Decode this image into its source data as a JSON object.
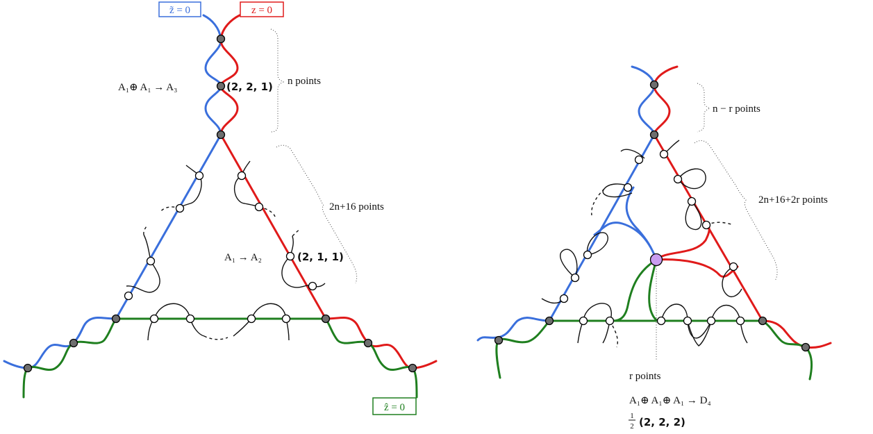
{
  "left_diagram": {
    "tilde_z_label": "z̃ = 0",
    "z_label": "z = 0",
    "hat_z_label": "ẑ = 0",
    "enhancement_A3": "A₁⊕ A₁ → A₃",
    "tuple_221": "(2, 2, 1)",
    "n_points": "n points",
    "enhancement_A2": "A₁ → A₂",
    "tuple_211": "(2, 1, 1)",
    "points_2n16": "2n+16 points"
  },
  "right_diagram": {
    "n_r_points": "n − r points",
    "points_2n16_2r": "2n+16+2r points",
    "r_points": "r points",
    "enhancement_D4": "A₁⊕ A₁⊕ A₁ → D₄",
    "half_tuple_frac_num": "1",
    "half_tuple_frac_den": "2",
    "half_tuple": "(2, 2, 2)"
  },
  "colors": {
    "z_tilde_curve": "#3a6fdc",
    "z_curve": "#e01a1a",
    "z_hat_curve": "#1f7f1f",
    "special_node": "#c99cf0",
    "gray_node": "#6e6e6e"
  }
}
